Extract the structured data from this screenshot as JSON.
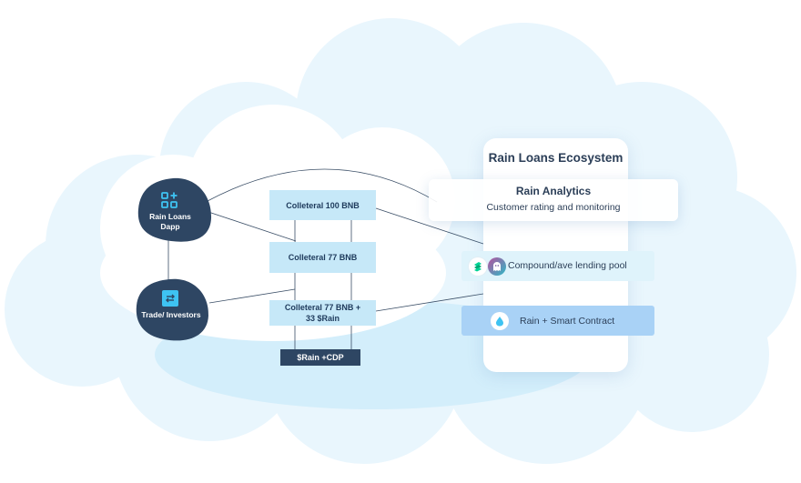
{
  "nodes": {
    "dapp": {
      "label_line1": "Rain Loans",
      "label_line2": "Dapp",
      "icon": "apps-grid-icon"
    },
    "trade": {
      "label": "Trade/ Investors",
      "icon": "swap-arrows-icon"
    }
  },
  "boxes": {
    "collateral_100": "Colleteral 100 BNB",
    "collateral_77": "Colleteral 77 BNB",
    "collateral_77_rain_line1": "Colleteral 77 BNB +",
    "collateral_77_rain_line2": "33 $Rain",
    "rain_cdp": "$Rain +CDP"
  },
  "ecosystem": {
    "title": "Rain Loans Ecosystem",
    "analytics_title": "Rain Analytics",
    "analytics_subtitle": "Customer rating and monitoring",
    "pool_label": "Compound/ave lending pool",
    "pool_icons": [
      "compound-logo-icon",
      "aave-ghost-icon"
    ],
    "rain_label": "Rain + Smart Contract",
    "rain_icon": "rain-drop-icon"
  },
  "colors": {
    "cloud_light": "#e9f6fd",
    "cloud_mid": "#d3eefb",
    "node_dark": "#2e4663",
    "box_light": "#c6e8f8",
    "accent_cyan": "#3ec3f2",
    "rain_card": "#a9d2f6"
  }
}
